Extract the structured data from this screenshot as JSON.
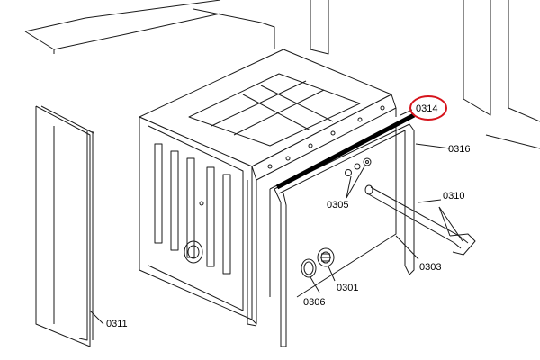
{
  "callouts": {
    "p0314": "0314",
    "p0316": "0316",
    "p0305": "0305",
    "p0310": "0310",
    "p0301": "0301",
    "p0303": "0303",
    "p0306": "0306",
    "p0311": "0311"
  },
  "colors": {
    "highlight_circle": "#d6141c",
    "line": "#1a1a1a",
    "seal_highlight": "#000000"
  }
}
